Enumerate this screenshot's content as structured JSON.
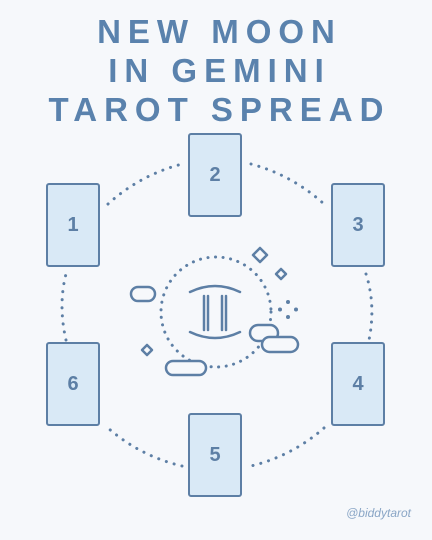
{
  "title": {
    "line1": "NEW MOON",
    "line2": "IN GEMINI",
    "line3": "TAROT SPREAD"
  },
  "cards": [
    {
      "number": "1"
    },
    {
      "number": "2"
    },
    {
      "number": "3"
    },
    {
      "number": "4"
    },
    {
      "number": "5"
    },
    {
      "number": "6"
    }
  ],
  "center_icon": "gemini-zodiac-icon",
  "handle": "@biddytarot",
  "colors": {
    "background": "#f6f8fb",
    "accent": "#5a82ad",
    "card_fill": "#d9e9f6",
    "card_border": "#5d7fa5",
    "handle": "#8aa6c6"
  }
}
